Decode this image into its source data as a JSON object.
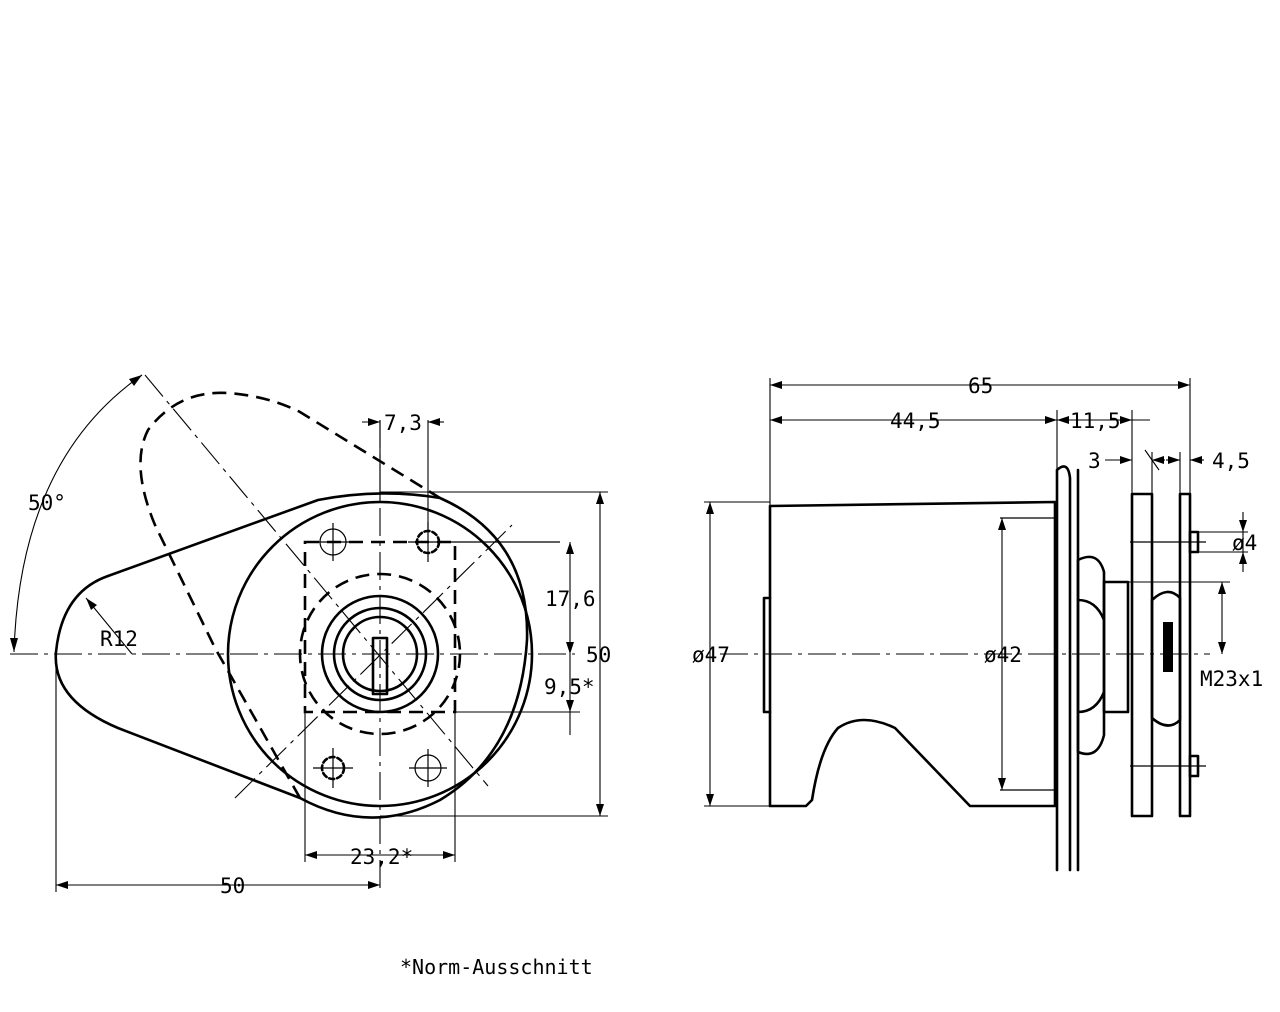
{
  "front_view": {
    "labels": {
      "dim_7_3": "7,3",
      "dim_17_6": "17,6",
      "dim_50_height": "50",
      "dim_9_5": "9,5*",
      "dim_23_2": "23,2*",
      "dim_50_width": "50",
      "radius": "R12",
      "angle": "50°"
    }
  },
  "side_view": {
    "labels": {
      "dim_65": "65",
      "dim_44_5": "44,5",
      "dim_11_5": "11,5",
      "dim_3": "3",
      "dim_4_5": "4,5",
      "dia_4": "ø4",
      "dia_47": "ø47",
      "dia_42": "ø42",
      "thread": "M23x1"
    }
  },
  "footnote": "*Norm-Ausschnitt"
}
